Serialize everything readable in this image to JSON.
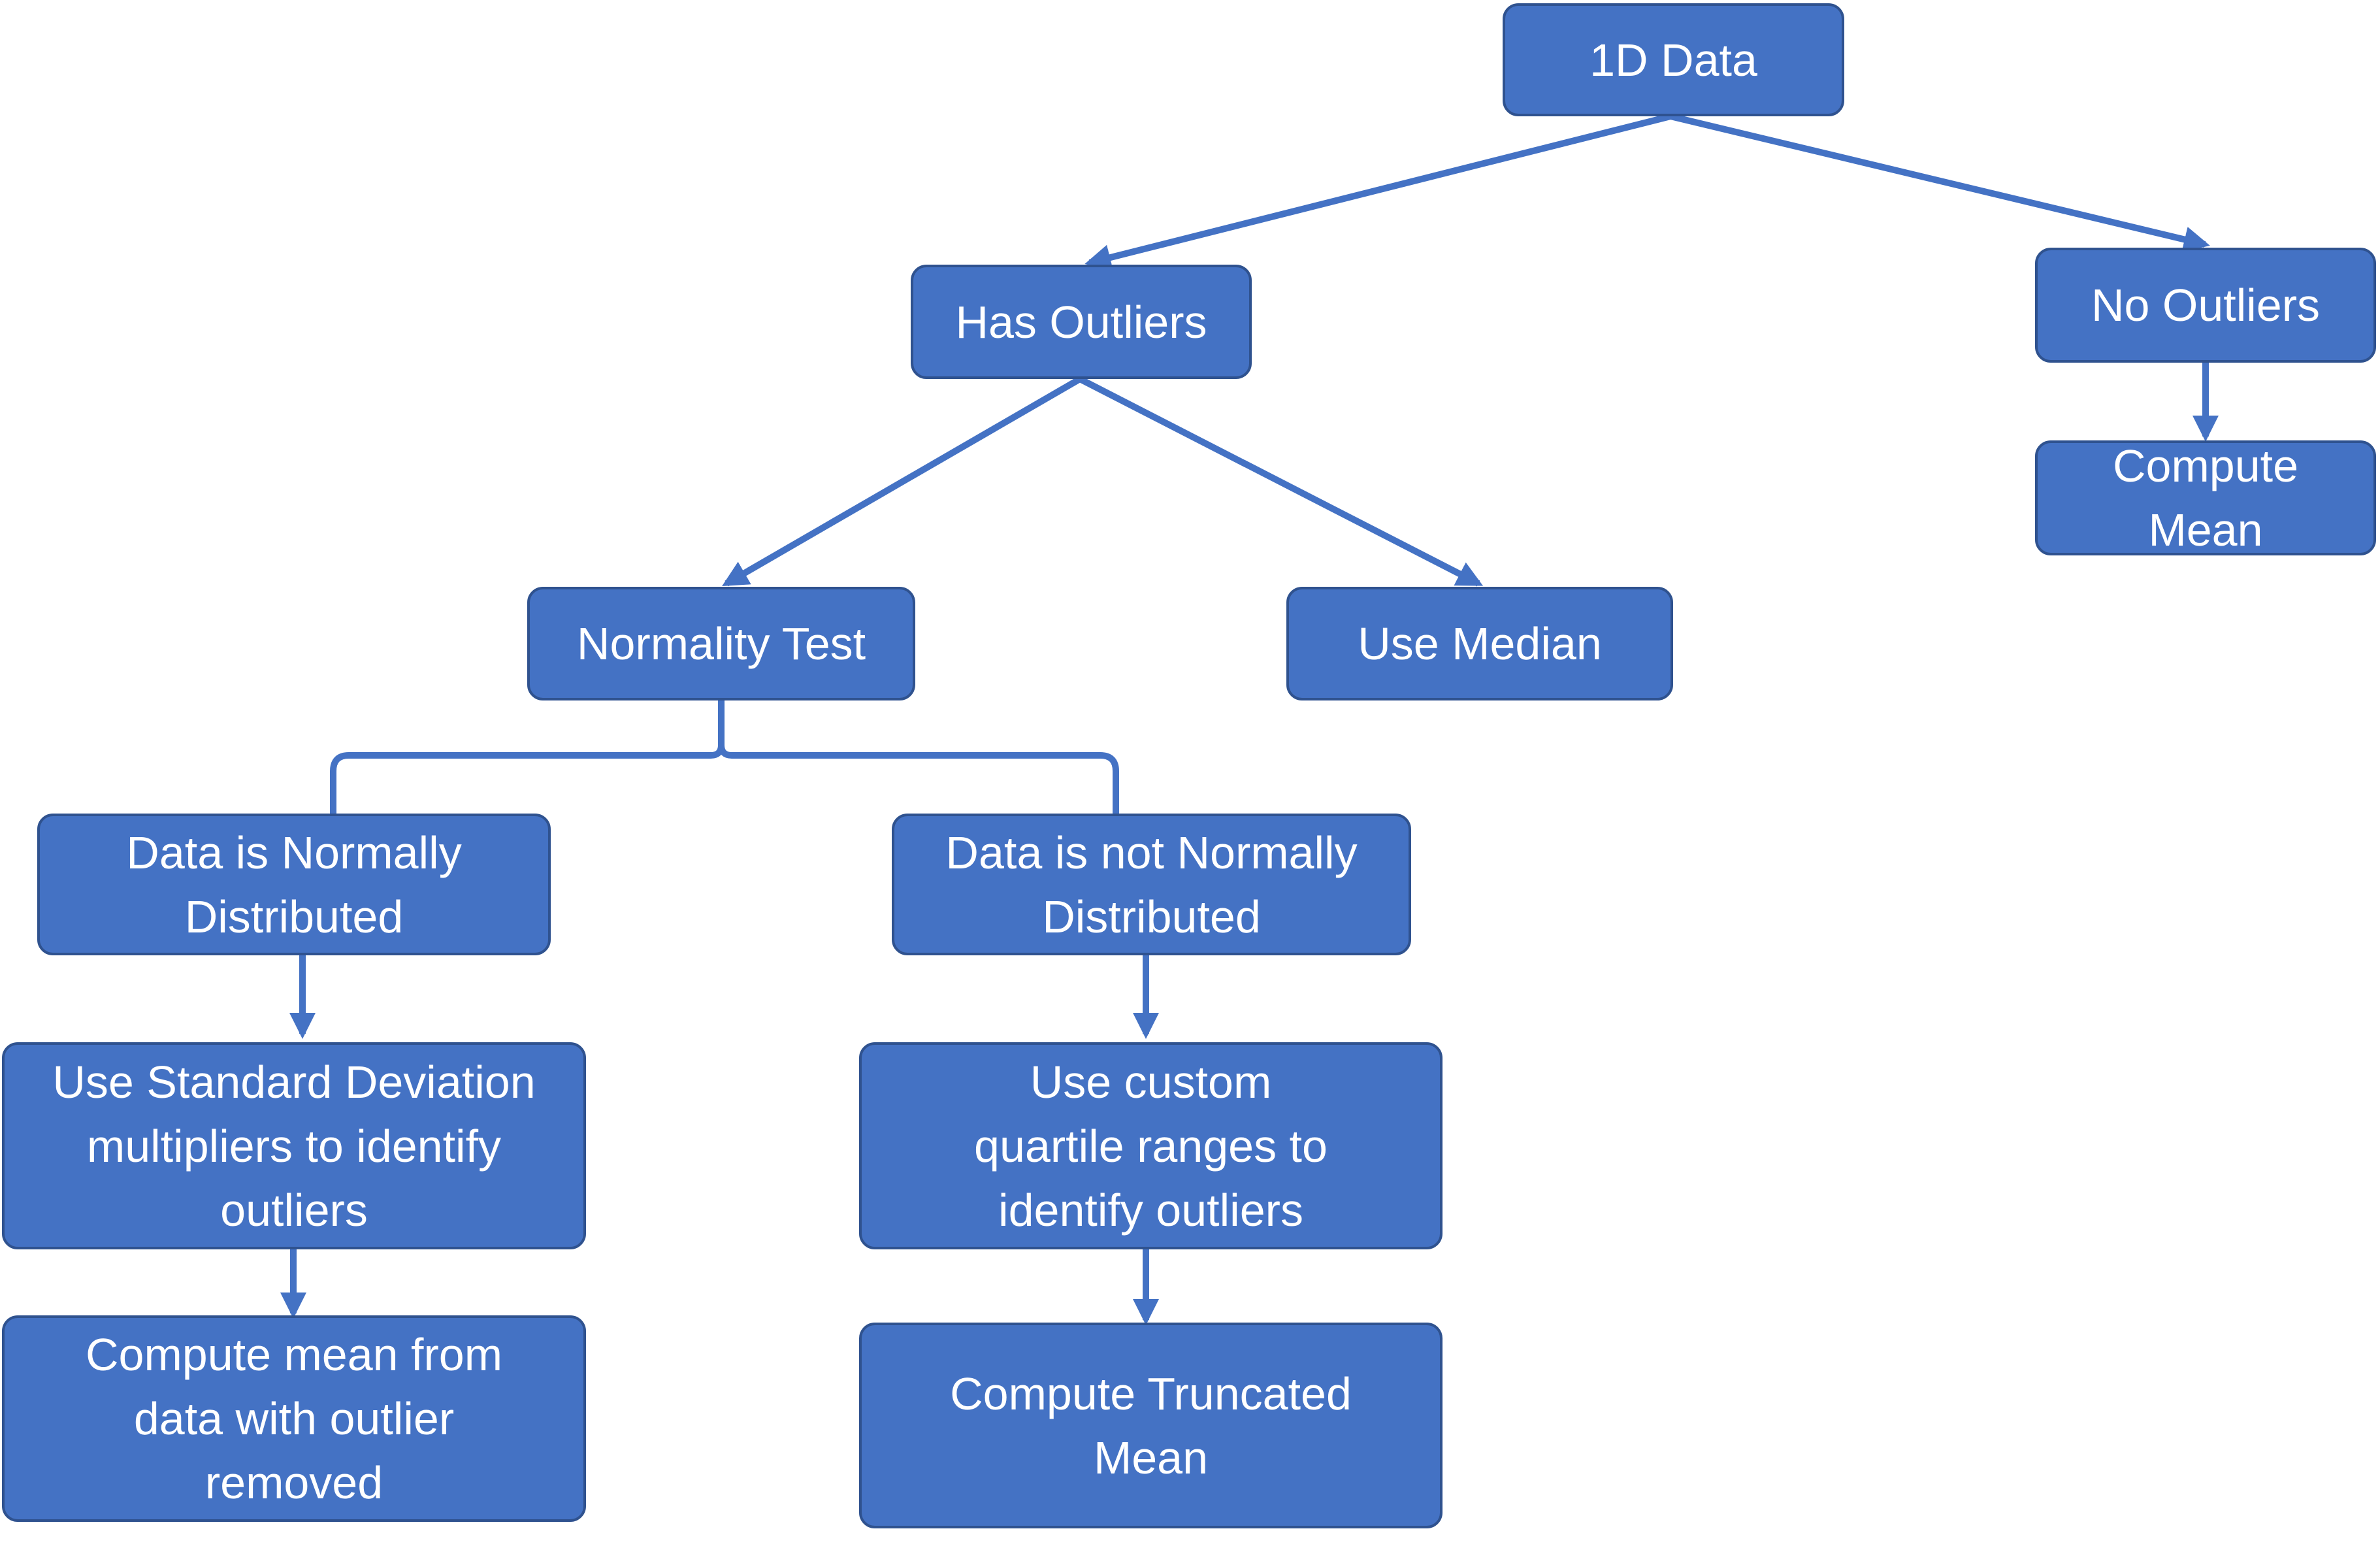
{
  "diagram": {
    "colors": {
      "box_fill": "#4472c4",
      "box_border": "#2f528f",
      "connector": "#4472c4",
      "text": "#ffffff"
    },
    "nodes": {
      "root": "1D Data",
      "has_outliers": "Has Outliers",
      "no_outliers": "No Outliers",
      "compute_mean_simple": "Compute Mean",
      "normality_test": "Normality Test",
      "use_median": "Use Median",
      "normal_dist": "Data is Normally Distributed",
      "not_normal_dist": "Data is not Normally Distributed",
      "std_dev": "Use Standard Deviation multipliers to identify outliers",
      "quartile": "Use custom quartile ranges to identify outliers",
      "compute_mean_removed": "Compute mean from data with outlier removed",
      "truncated_mean": "Compute Truncated Mean"
    },
    "edges": [
      {
        "from": "root",
        "to": "has_outliers"
      },
      {
        "from": "root",
        "to": "no_outliers"
      },
      {
        "from": "no_outliers",
        "to": "compute_mean_simple"
      },
      {
        "from": "has_outliers",
        "to": "normality_test"
      },
      {
        "from": "has_outliers",
        "to": "use_median"
      },
      {
        "from": "normality_test",
        "to": "normal_dist"
      },
      {
        "from": "normality_test",
        "to": "not_normal_dist"
      },
      {
        "from": "normal_dist",
        "to": "std_dev"
      },
      {
        "from": "std_dev",
        "to": "compute_mean_removed"
      },
      {
        "from": "not_normal_dist",
        "to": "quartile"
      },
      {
        "from": "quartile",
        "to": "truncated_mean"
      }
    ]
  }
}
